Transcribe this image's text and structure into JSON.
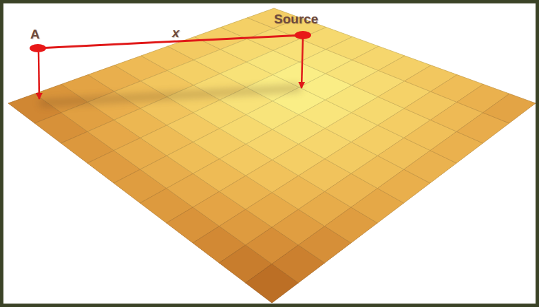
{
  "diagram": {
    "labels": [
      "A",
      "x",
      "Source"
    ]
  }
}
